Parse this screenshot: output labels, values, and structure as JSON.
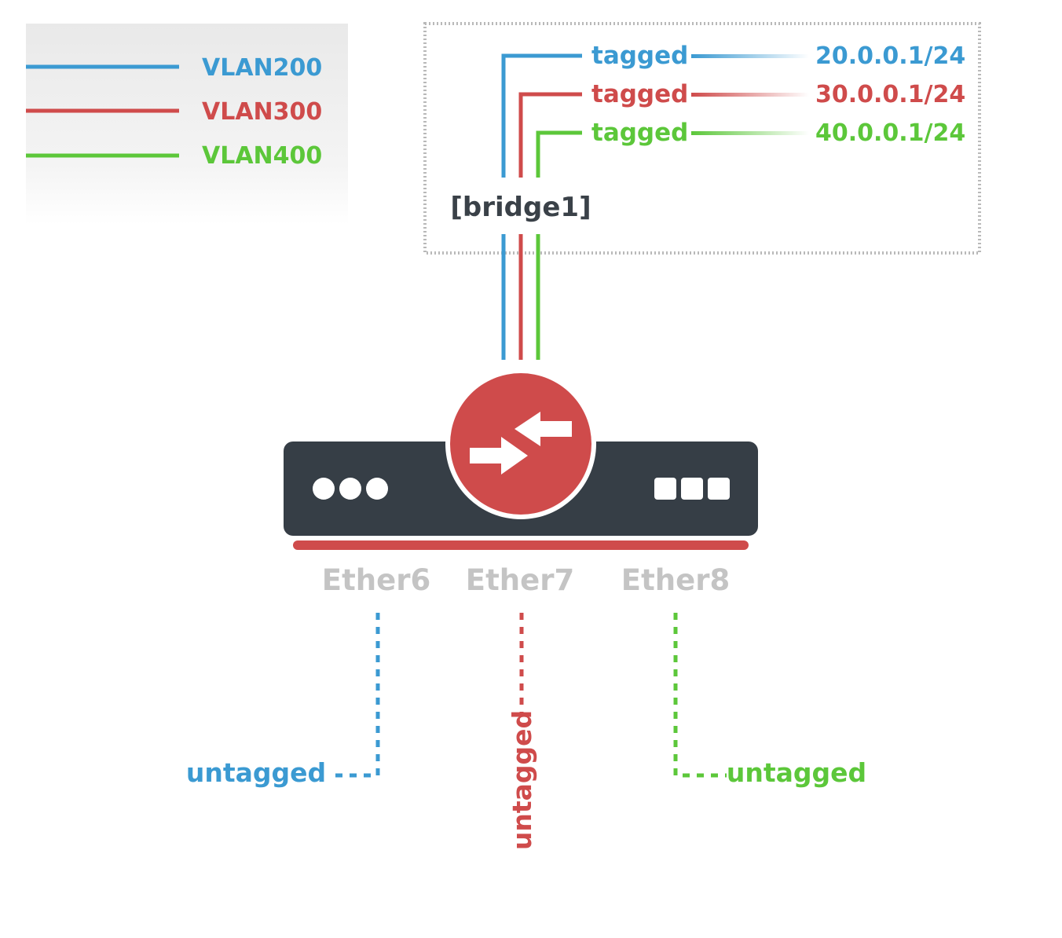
{
  "colors": {
    "vlan200": "#3b9ad2",
    "vlan300": "#cf4b4b",
    "vlan400": "#5cc73a",
    "device_body": "#363e46",
    "port_label": "#c4c4c4",
    "bridge_label": "#3a4148",
    "box_border": "#b9b9b9"
  },
  "legend": [
    {
      "label": "VLAN200",
      "color_key": "vlan200"
    },
    {
      "label": "VLAN300",
      "color_key": "vlan300"
    },
    {
      "label": "VLAN400",
      "color_key": "vlan400"
    }
  ],
  "bridge": {
    "name": "[bridge1]",
    "vlans": [
      {
        "mode": "tagged",
        "address": "20.0.0.1/24",
        "color_key": "vlan200"
      },
      {
        "mode": "tagged",
        "address": "30.0.0.1/24",
        "color_key": "vlan300"
      },
      {
        "mode": "tagged",
        "address": "40.0.0.1/24",
        "color_key": "vlan400"
      }
    ]
  },
  "device": {
    "left_icon": "three-dots-icon",
    "center_icon": "switch-arrows-icon",
    "right_icon": "three-squares-icon"
  },
  "ports": [
    {
      "name": "Ether6",
      "mode": "untagged",
      "color_key": "vlan200"
    },
    {
      "name": "Ether7",
      "mode": "untagged",
      "color_key": "vlan300"
    },
    {
      "name": "Ether8",
      "mode": "untagged",
      "color_key": "vlan400"
    }
  ]
}
